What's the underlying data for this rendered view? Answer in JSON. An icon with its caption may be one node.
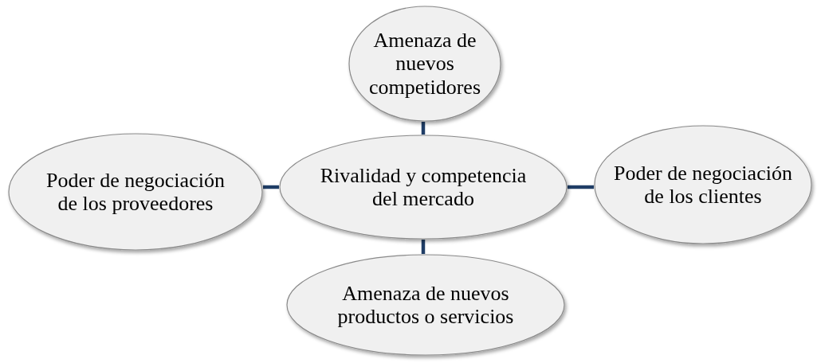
{
  "diagram": {
    "nodes": [
      {
        "text": [
          "Amenaza de nuevos competidores"
        ]
      },
      {
        "text": [
          "Poder de negociación de los proveedores"
        ]
      },
      {
        "text": [
          "Rivalidad y competencia del mercado"
        ]
      },
      {
        "text": [
          "Poder de negociación de los clientes"
        ]
      },
      {
        "text": [
          "Amenaza de nuevos productos o servicios"
        ]
      }
    ],
    "edges": [
      {
        "from": 2,
        "to": 0,
        "arrow": "none"
      },
      {
        "from": 2,
        "to": 1,
        "arrow": "none"
      },
      {
        "from": 2,
        "to": 3,
        "arrow": "none"
      },
      {
        "from": 2,
        "to": 4,
        "arrow": "none"
      }
    ]
  }
}
